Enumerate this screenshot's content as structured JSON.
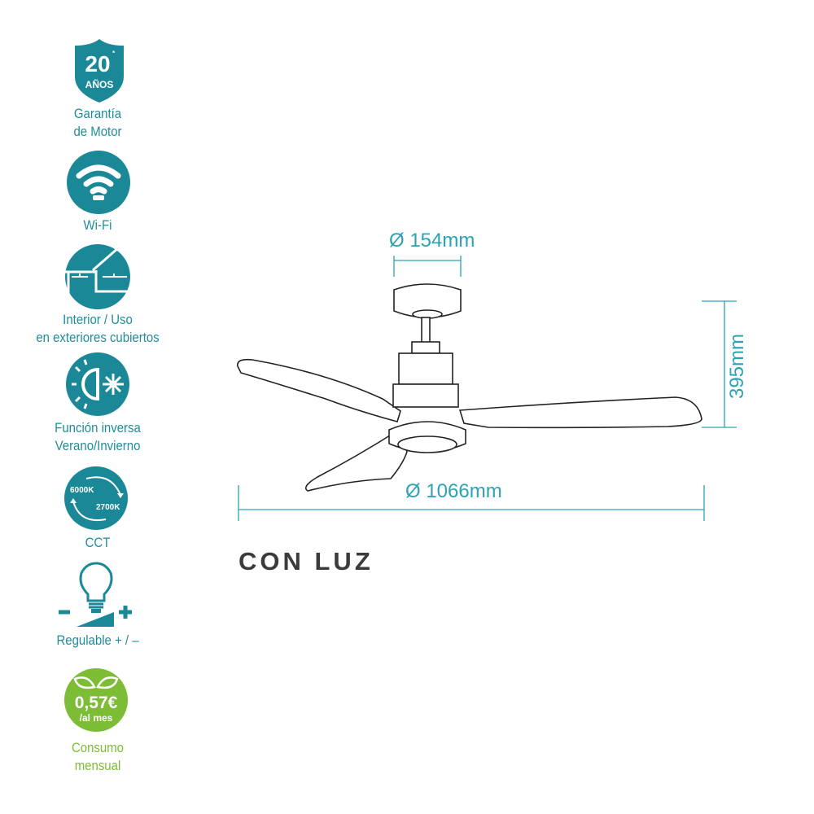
{
  "features": [
    {
      "icon": "shield-warranty-icon",
      "badge_number": "20",
      "badge_unit": "AÑOS",
      "badge_mark": "*",
      "label_lines": [
        "Garantía",
        "de Motor"
      ]
    },
    {
      "icon": "wifi-icon",
      "label_lines": [
        "Wi-Fi"
      ]
    },
    {
      "icon": "indoor-outdoor-house-icon",
      "label_lines": [
        "Interior / Uso",
        "en exteriores cubiertos"
      ]
    },
    {
      "icon": "summer-winter-icon",
      "label_lines": [
        "Función inversa",
        "Verano/Invierno"
      ]
    },
    {
      "icon": "cct-icon",
      "cct_high": "6000K",
      "cct_low": "2700K",
      "label_lines": [
        "CCT"
      ]
    },
    {
      "icon": "dimmable-bulb-icon",
      "label_lines": [
        "Regulable + / –"
      ]
    },
    {
      "icon": "energy-leaf-icon",
      "price": "0,57€",
      "price_unit": "/al mes",
      "label_lines": [
        "Consumo",
        "mensual"
      ]
    }
  ],
  "dimensions": {
    "canopy": "Ø 154mm",
    "height": "395mm",
    "diameter": "Ø 1066mm"
  },
  "title": "CON LUZ",
  "colors": {
    "teal": "#1a8896",
    "green": "#7cbd35",
    "dimension": "#2aa3b3",
    "drawing": "#222222"
  }
}
